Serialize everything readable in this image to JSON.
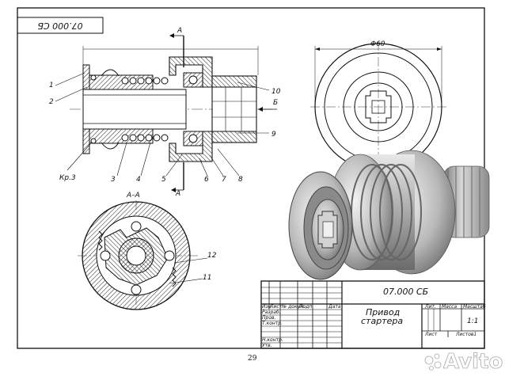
{
  "drawing": {
    "code_top": "07.000 СБ",
    "section_top": "А",
    "section_side": "Б",
    "section_title": "А–А",
    "diameter": "Φ60",
    "bottom_section": "А",
    "callouts": [
      "1",
      "2",
      "Кр.3",
      "3",
      "4",
      "5",
      "6",
      "7",
      "8",
      "9",
      "10",
      "11",
      "12"
    ],
    "page_number": "29"
  },
  "title_block": {
    "code": "07.000 СБ",
    "name_line1": "Привод",
    "name_line2": "стартера",
    "col_lit": "Лит.",
    "col_mass": "Масса",
    "col_scale": "Масштаб",
    "scale": "1:1",
    "sheet": "Лист",
    "sheets": "Листов1",
    "header_cells": [
      "Изм",
      "Лист",
      "№ докум.",
      "Подп.",
      "Дата"
    ],
    "rows": [
      "Разраб.",
      "Пров.",
      "Т.контр.",
      "",
      "Н.контр.",
      "Утв."
    ]
  },
  "watermark": "Avito"
}
